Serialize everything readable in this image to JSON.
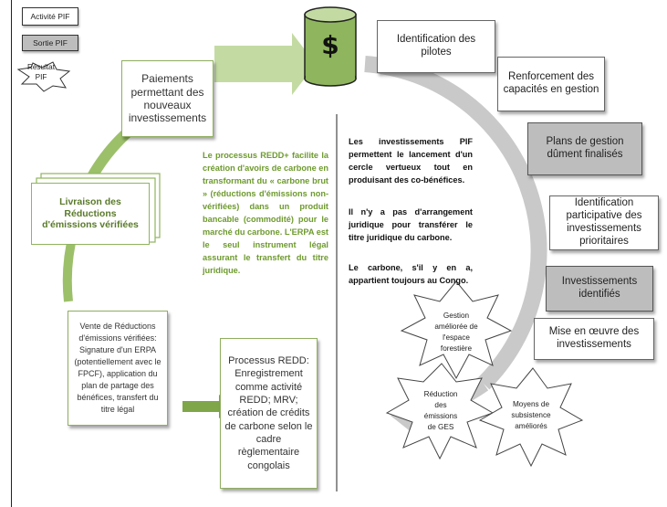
{
  "legend": {
    "activite": "Activité PIF",
    "sortie": "Sortie PIF",
    "resultat_line1": "Résultat",
    "resultat_line2": "PIF"
  },
  "icon": {
    "name": "money-cylinder-icon",
    "glyph": "$"
  },
  "cycle": {
    "identification_pilotes": "Identification des pilotes",
    "renforcement": "Renforcement des capacités en gestion",
    "plans_gestion": "Plans de gestion dûment finalisés",
    "identification_participative": "Identification participative des investissements prioritaires",
    "investissements_identifies": "Investissements identifiés",
    "mise_en_oeuvre": "Mise en œuvre des investissements",
    "paiements": "Paiements permettant des nouveaux investissements",
    "livraison": "Livraison des Réductions d'émissions vérifiées",
    "vente": "Vente de Réductions d'émissions vérifiées: Signature d'un ERPA (potentiellement avec le FPCF), application du plan de partage des bénéfices, transfert du titre légal",
    "processus_redd": "Processus REDD: Enregistrement comme activité REDD; MRV; création de crédits de carbone selon le cadre règlementaire congolais"
  },
  "results": {
    "gestion_espace": "Gestion améliorée de l'espace forestière",
    "reduction_ges": "Réduction des émissions de GES",
    "moyens_subsistance": "Moyens de subsistence améliorés"
  },
  "center": {
    "green_text": "Le processus REDD+ facilite la création d'avoirs de carbone en transformant du « carbone brut » (réductions d'émissions non-vérifiées) dans un produit bancable (commodité) pour le marché du carbone. L'ERPA est le seul instrument légal assurant le transfert du titre juridique.",
    "black_p1": "Les investissements PIF permettent le lancement d'un cercle vertueux tout en produisant des co-bénéfices.",
    "black_p2": "Il n'y a pas d'arrangement juridique pour transférer le titre juridique du carbone.",
    "black_p3": "Le carbone, s'il y en a, appartient toujours au Congo."
  },
  "colors": {
    "green": "#8fb55e",
    "green_dark": "#6e9a2e",
    "grey_arrow": "#c9c9c9",
    "grey_box": "#bdbdbd"
  }
}
